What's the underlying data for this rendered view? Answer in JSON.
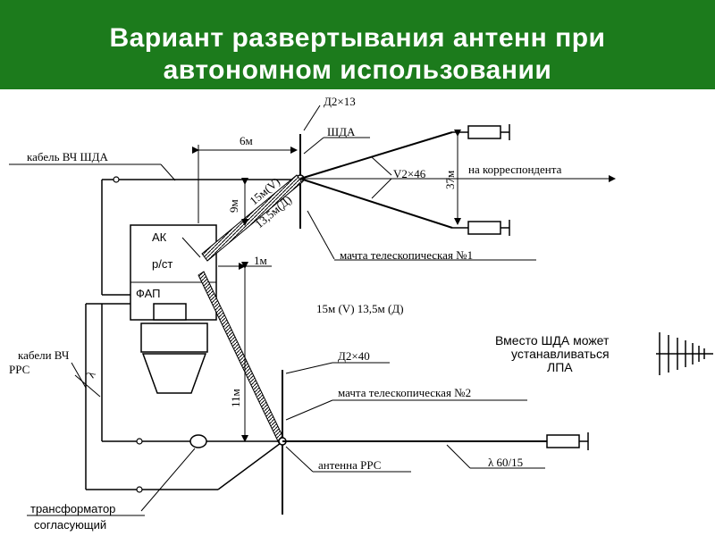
{
  "title": {
    "line1": "Вариант развертывания антенн при",
    "line2": "автономном использовании"
  },
  "labels": {
    "d2x13": "Д2×13",
    "shda": "ШДА",
    "dist_6m": "6м",
    "cable_hf_shda": "кабель ВЧ ШДА",
    "v2x46": "V2×46",
    "dim_37m": "37м",
    "to_correspondent": "на корреспондента",
    "dim_9m": "9м",
    "dim_15m_v": "15м(V)",
    "dim_135m_d": "13,5м(Д)",
    "ak": "АК",
    "r_st": "р/ст",
    "dim_1m": "1м",
    "fap": "ФАП",
    "mast_1": "мачта телескопическая №1",
    "heights": "15м (V)  13,5м (Д)",
    "cables_hf_rrs_1": "кабели ВЧ",
    "cables_hf_rrs_2": "РРС",
    "lambda_mark": "λ",
    "dim_11m": "11м",
    "d2x40": "Д2×40",
    "mast_2": "мачта телескопическая №2",
    "antenna_rrs": "антенна РРС",
    "lambda_60_15": "λ 60/15",
    "transformer_1": "трансформатор",
    "transformer_2": "согласующий",
    "lpa_note_1": "Вместо ШДА может",
    "lpa_note_2": "устанавливаться",
    "lpa_note_3": "ЛПА"
  },
  "colors": {
    "title_bg": "#1c7b1c",
    "title_text": "#ffffff",
    "line": "#000000"
  }
}
